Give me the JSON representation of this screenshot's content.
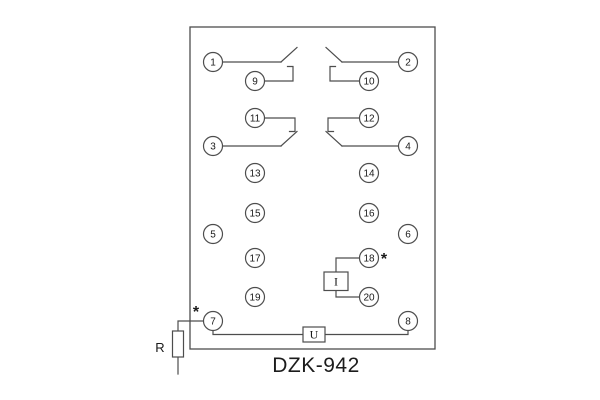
{
  "title": "DZK-942",
  "terminals": [
    "1",
    "2",
    "3",
    "4",
    "5",
    "6",
    "7",
    "8",
    "9",
    "10",
    "11",
    "12",
    "13",
    "14",
    "15",
    "16",
    "17",
    "18",
    "19",
    "20"
  ],
  "labels": {
    "resistor": "R",
    "current_coil": "I",
    "voltage_coil": "U",
    "polarity_mark_7": "*",
    "polarity_mark_18": "*"
  },
  "colors": {
    "line": "#4d4d4d",
    "text": "#1a1a1a",
    "background": "#ffffff"
  }
}
